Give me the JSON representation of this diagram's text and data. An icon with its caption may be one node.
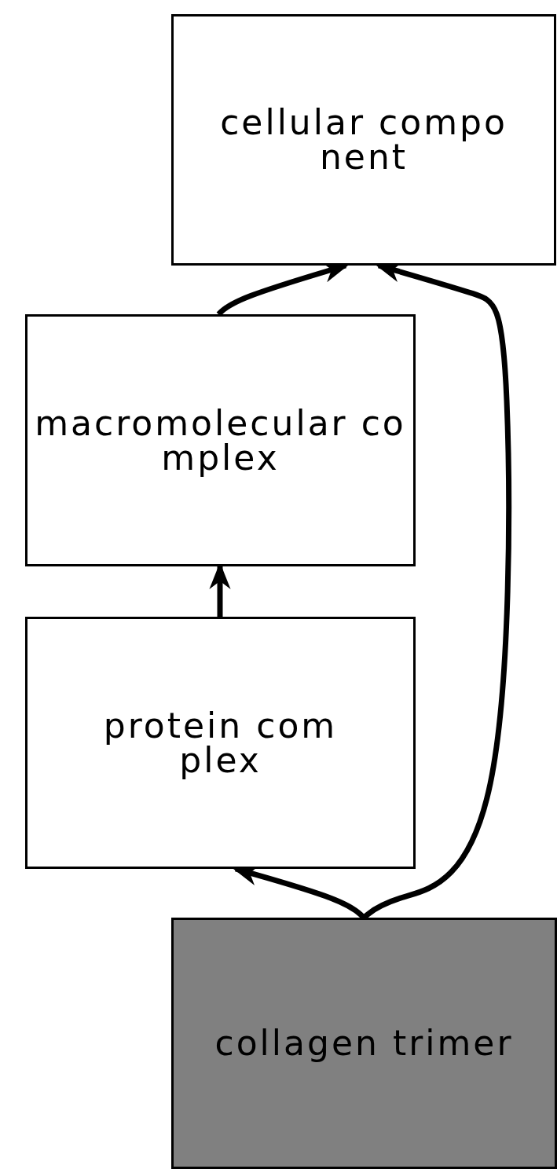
{
  "diagram": {
    "nodes": [
      {
        "text": [
          "cellular component"
        ]
      },
      {
        "text": [
          "macromolecular complex"
        ]
      },
      {
        "text": [
          "protein complex"
        ]
      },
      {
        "text": [
          "collagen trimer"
        ]
      }
    ],
    "edges": [
      {
        "from": 1,
        "to": 0,
        "arrow": "to"
      },
      {
        "from": 2,
        "to": 1,
        "arrow": "to"
      },
      {
        "from": 3,
        "to": 2,
        "arrow": "to"
      },
      {
        "from": 3,
        "to": 0,
        "arrow": "to"
      }
    ]
  }
}
